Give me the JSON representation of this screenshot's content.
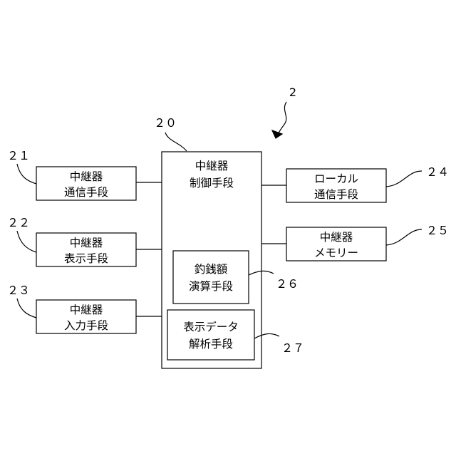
{
  "system_ref": "2",
  "controller": {
    "ref": "20",
    "ref_text": "２０",
    "line1": "中継器",
    "line2": "制御手段"
  },
  "left_blocks": [
    {
      "ref": "21",
      "ref_text": "２１",
      "line1": "中継器",
      "line2": "通信手段"
    },
    {
      "ref": "22",
      "ref_text": "２２",
      "line1": "中継器",
      "line2": "表示手段"
    },
    {
      "ref": "23",
      "ref_text": "２３",
      "line1": "中継器",
      "line2": "入力手段"
    }
  ],
  "right_blocks": [
    {
      "ref": "24",
      "ref_text": "２４",
      "line1": "ローカル",
      "line2": "通信手段"
    },
    {
      "ref": "25",
      "ref_text": "２５",
      "line1": "中継器",
      "line2": "メモリー"
    }
  ],
  "inner_blocks": [
    {
      "ref": "26",
      "ref_text": "２６",
      "line1": "釣銭額",
      "line2": "演算手段"
    },
    {
      "ref": "27",
      "ref_text": "２７",
      "line1": "表示データ",
      "line2": "解析手段"
    }
  ]
}
